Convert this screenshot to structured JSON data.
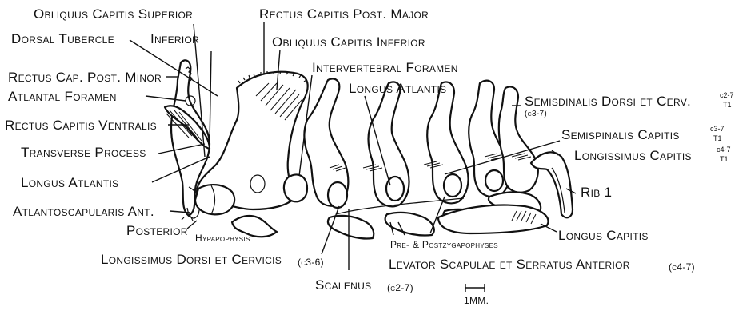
{
  "labels": {
    "obliquus_capitis_superior": "Obliquus Capitis Superior",
    "dorsal_tubercle": "Dorsal Tubercle",
    "inferior": "Inferior",
    "rectus_cap_post_minor": "Rectus Cap. Post. Minor",
    "atlantal_foramen": "Atlantal Foramen",
    "rectus_capitis_ventralis": "Rectus Capitis Ventralis",
    "transverse_process": "Transverse Process",
    "longus_atlantis_left": "Longus Atlantis",
    "atlantoscapularis_ant": "Atlantoscapularis Ant.",
    "posterior": "Posterior",
    "hypapophysis": "Hypapophysis",
    "longissimus_dorsi_et_cervicis": "Longissimus Dorsi et Cervicis",
    "longissimus_dorsi_range": "(c3-6)",
    "scalenus": "Scalenus",
    "scalenus_range": "(c2-7)",
    "rectus_capitis_post_major": "Rectus Capitis Post. Major",
    "obliquus_capitis_inferior": "Obliquus Capitis Inferior",
    "intervertebral_foramen": "Intervertebral Foramen",
    "longus_atlantis_top": "Longus Atlantis",
    "semispinalis_dorsi_et_cerv": "Semisdinalis Dorsi et Cerv.",
    "semispinalis_dorsi_range_top": "c2-7",
    "semispinalis_dorsi_range_bottom": "T1",
    "c3_7_note": "(c3-7)",
    "semispinalis_capitis": "Semispinalis Capitis",
    "semispinalis_capitis_range_top": "c3-7",
    "semispinalis_capitis_range_bottom": "T1",
    "longissimus_capitis": "Longissimus Capitis",
    "longissimus_capitis_range_top": "c4-7",
    "longissimus_capitis_range_bottom": "T1",
    "rib_1": "Rib 1",
    "longus_capitis": "Longus Capitis",
    "pre_postzygapophyses": "Pre- & Postzygapophyses",
    "levator_scapulae": "Levator Scapulae et Serratus Anterior",
    "levator_scapulae_range": "(c4-7)",
    "scale_bar": "1MM."
  }
}
